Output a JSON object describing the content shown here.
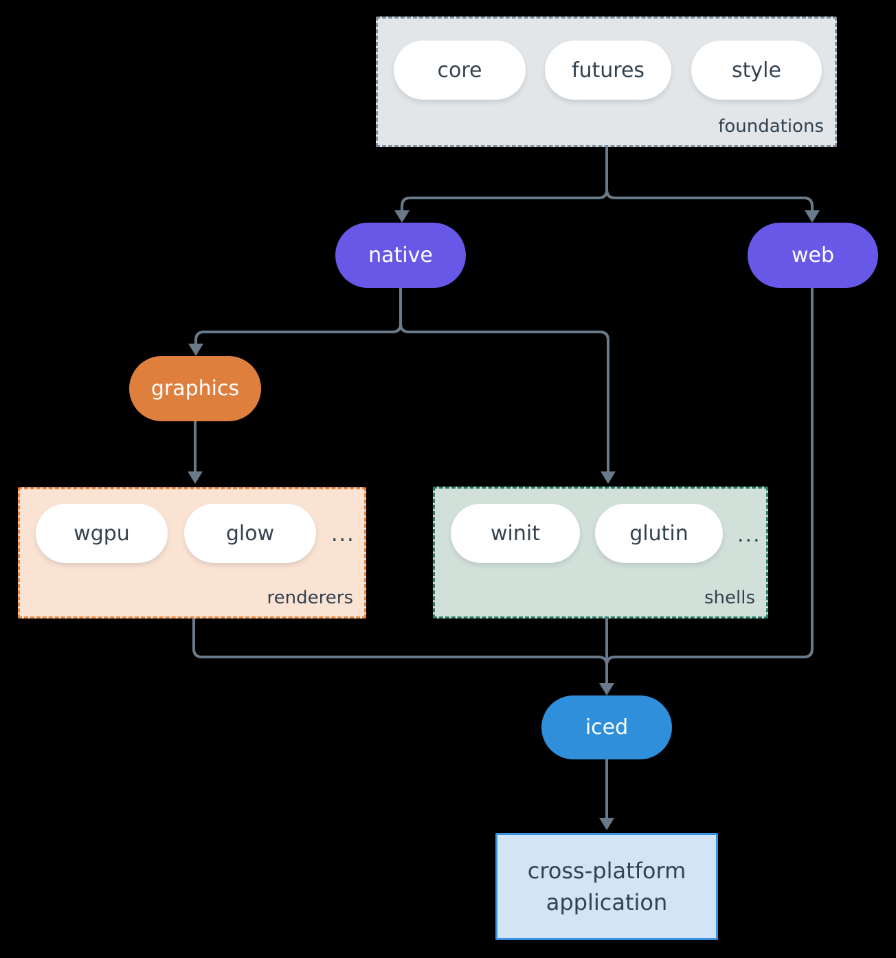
{
  "colors": {
    "background": "#000000",
    "connector": "#697a8a",
    "purple": "#6758e8",
    "orange": "#df7f3e",
    "blue": "#2f8fdb",
    "foundations_fill": "#e2e6e9",
    "foundations_border": "#7f8f9e",
    "renderers_fill": "#fae3d3",
    "renderers_border": "#e8863c",
    "shells_fill": "#d2e0da",
    "shells_border": "#2a7d6a",
    "app_fill": "#d3e5f5",
    "app_border": "#3b93e0",
    "dark_text": "#33424f"
  },
  "nodes": {
    "foundations": {
      "label": "foundations",
      "pills": [
        "core",
        "futures",
        "style"
      ]
    },
    "native": {
      "label": "native"
    },
    "web": {
      "label": "web"
    },
    "graphics": {
      "label": "graphics"
    },
    "renderers": {
      "label": "renderers",
      "pills": [
        "wgpu",
        "glow"
      ],
      "ellipsis": "..."
    },
    "shells": {
      "label": "shells",
      "pills": [
        "winit",
        "glutin"
      ],
      "ellipsis": "..."
    },
    "iced": {
      "label": "iced"
    },
    "app": {
      "line1": "cross-platform",
      "line2": "application"
    }
  }
}
